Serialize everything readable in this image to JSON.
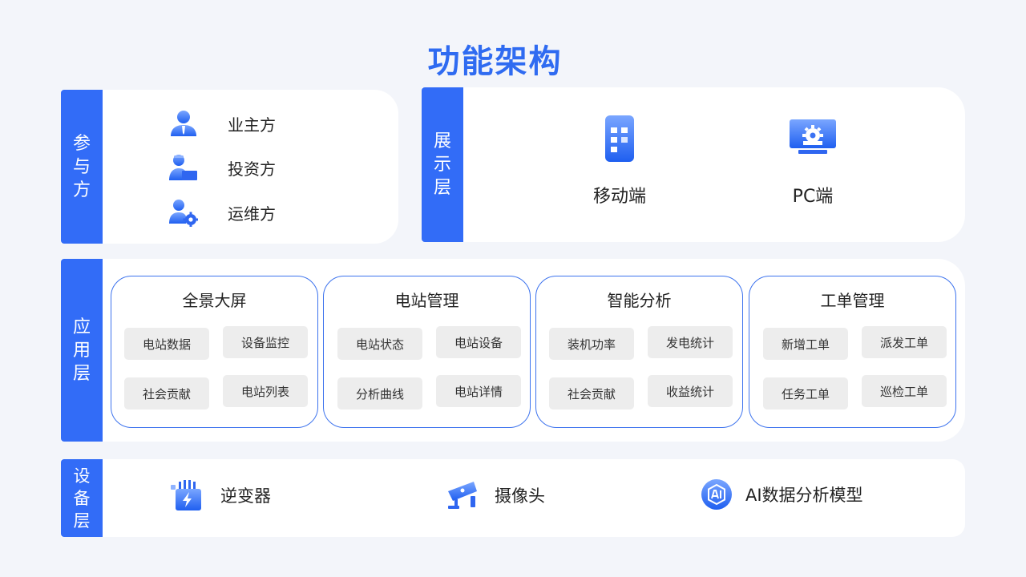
{
  "title": "功能架构",
  "participants": {
    "tab": [
      "参",
      "与",
      "方"
    ],
    "roles": [
      {
        "label": "业主方",
        "icon": "owner-user-icon"
      },
      {
        "label": "投资方",
        "icon": "investor-user-icon"
      },
      {
        "label": "运维方",
        "icon": "maintenance-user-gear-icon"
      }
    ]
  },
  "display": {
    "tab": [
      "展",
      "示",
      "层"
    ],
    "terminals": [
      {
        "label": "移动端",
        "icon": "mobile-phone-icon"
      },
      {
        "label": "PC端",
        "icon": "pc-monitor-gear-icon"
      }
    ]
  },
  "application": {
    "tab": [
      "应",
      "用",
      "层"
    ],
    "modules": [
      {
        "title": "全景大屏",
        "items": [
          "电站数据",
          "设备监控",
          "社会贡献",
          "电站列表"
        ]
      },
      {
        "title": "电站管理",
        "items": [
          "电站状态",
          "电站设备",
          "分析曲线",
          "电站详情"
        ]
      },
      {
        "title": "智能分析",
        "items": [
          "装机功率",
          "发电统计",
          "社会贡献",
          "收益统计"
        ]
      },
      {
        "title": "工单管理",
        "items": [
          "新增工单",
          "派发工单",
          "任务工单",
          "巡检工单"
        ]
      }
    ]
  },
  "device": {
    "tab": [
      "设",
      "备",
      "层"
    ],
    "items": [
      {
        "label": "逆变器",
        "icon": "inverter-icon"
      },
      {
        "label": "摄像头",
        "icon": "camera-icon"
      },
      {
        "label": "AI数据分析模型",
        "icon": "ai-model-icon"
      }
    ]
  },
  "colors": {
    "accent": "#326cf7",
    "title": "#2f6bf1",
    "chip": "#ededed",
    "background": "#f3f5fa"
  }
}
